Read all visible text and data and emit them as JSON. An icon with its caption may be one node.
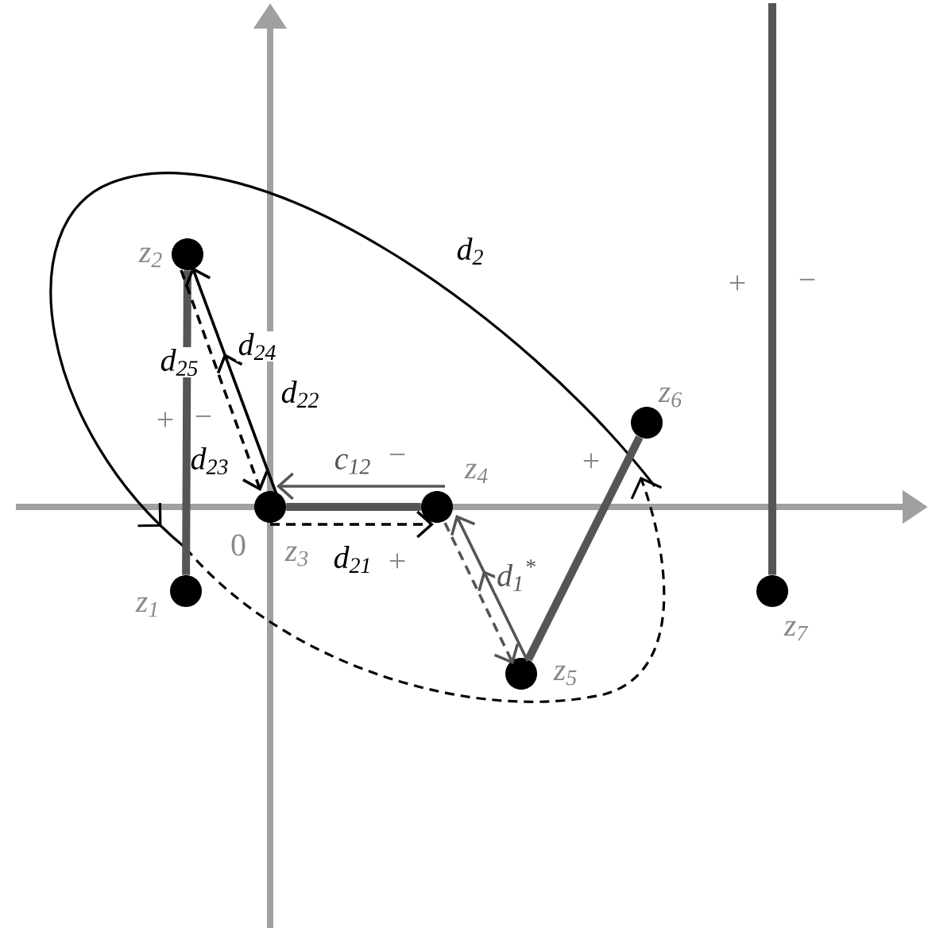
{
  "diagram": {
    "nodes": [
      {
        "text": [],
        "shape": "circle",
        "beside": [
          "z$_{2}$"
        ]
      },
      {
        "text": [],
        "shape": "circle",
        "beside": [
          "z$_{6}$"
        ]
      },
      {
        "text": [],
        "shape": "circle",
        "beside": [
          "z$_{3}$"
        ]
      },
      {
        "text": [],
        "shape": "circle",
        "beside": [
          "z$_{4}$"
        ]
      },
      {
        "text": [],
        "shape": "circle",
        "beside": [
          "z$_{1}$"
        ]
      },
      {
        "text": [],
        "shape": "circle",
        "beside": [
          "z$_{7}$"
        ]
      },
      {
        "text": [],
        "shape": "circle",
        "beside": [
          "z$_{5}$"
        ]
      }
    ],
    "edges": [
      {
        "from": 0,
        "to": 4,
        "arrow": "none",
        "style": "thick"
      },
      {
        "from": 2,
        "to": 3,
        "arrow": "none",
        "style": "thick"
      },
      {
        "from": 6,
        "to": 1,
        "arrow": "none",
        "style": "thick"
      },
      {
        "from": null,
        "to": 5,
        "arrow": "none",
        "style": "thick"
      },
      {
        "from": 3,
        "to": 2,
        "arrow": "to",
        "label": "c$_{12}$"
      },
      {
        "from": 2,
        "to": 3,
        "arrow": "to",
        "label": "d$_{21}$",
        "style": "dashed",
        "color": "#000000"
      },
      {
        "from": 2,
        "to": 0,
        "arrow": "to",
        "label": "d$_{24}$",
        "color": "#000000"
      },
      {
        "from": 0,
        "to": 2,
        "arrow": "to",
        "label": "d$_{25}$",
        "style": "dashed",
        "color": "#000000"
      },
      {
        "from": 3,
        "to": 6,
        "arrow": "to",
        "label": "d$_{1}$$^{*}$",
        "style": "dashed"
      },
      {
        "from": 6,
        "to": 3,
        "arrow": "to"
      }
    ],
    "labels": [
      "d$_{2}$",
      "+",
      "−",
      "d$_{22}$",
      "+",
      "−",
      "d$_{23}$",
      "−",
      "+",
      "0",
      "+"
    ]
  }
}
